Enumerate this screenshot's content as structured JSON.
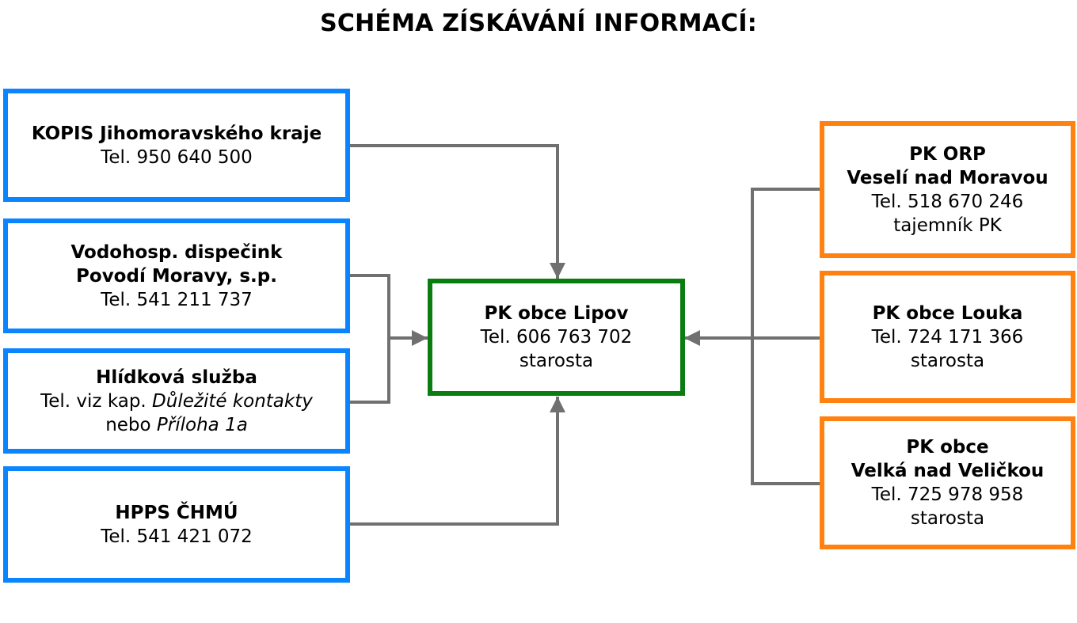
{
  "title": "SCHÉMA ZÍSKÁVÁNÍ INFORMACÍ:",
  "colors": {
    "sources": "#0a84ff",
    "neighbors": "#ff8210",
    "center": "#0a7d10",
    "connectors": "#707070"
  },
  "center": {
    "name": "PK obce Lipov",
    "phone": "Tel. 606 763 702",
    "role": "starosta"
  },
  "left": [
    {
      "name": "KOPIS Jihomoravského kraje",
      "phone": "Tel. 950 640 500"
    },
    {
      "name_line1": "Vodohosp. dispečink",
      "name_line2": "Povodí Moravy, s.p.",
      "phone": "Tel. 541 211 737"
    },
    {
      "name": "Hlídková služba",
      "phone_prefix": "Tel. viz kap.",
      "phone_ref": "Důležité kontakty",
      "or": "nebo",
      "appendix": "Příloha 1a"
    },
    {
      "name": "HPPS ČHMÚ",
      "phone": "Tel. 541 421 072"
    }
  ],
  "right": [
    {
      "name_line1": "PK ORP",
      "name_line2": "Veselí nad Moravou",
      "phone": "Tel. 518 670 246",
      "role": "tajemník PK"
    },
    {
      "name": "PK obce Louka",
      "phone": "Tel. 724 171 366",
      "role": "starosta"
    },
    {
      "name_line1": "PK obce",
      "name_line2": "Velká nad Veličkou",
      "phone": "Tel. 725 978 958",
      "role": "starosta"
    }
  ]
}
